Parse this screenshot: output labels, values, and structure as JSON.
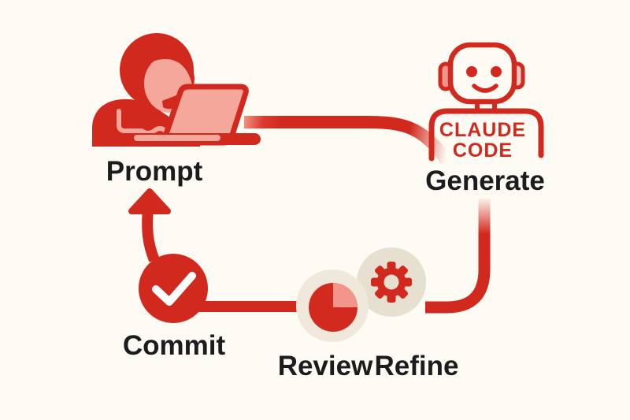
{
  "diagram": {
    "type": "workflow-loop",
    "labels": {
      "prompt": "Prompt",
      "generate": "Generate",
      "commit": "Commit",
      "review": "Review",
      "refine": "Refine"
    },
    "robot_badge": {
      "line1": "CLAUDE",
      "line2": "CODE"
    },
    "steps": [
      "Prompt",
      "Generate",
      "Refine",
      "Review",
      "Commit"
    ],
    "edges": [
      {
        "from": "Prompt",
        "to": "Generate"
      },
      {
        "from": "Generate",
        "to": "Refine"
      },
      {
        "from": "Refine",
        "to": "Review"
      },
      {
        "from": "Review",
        "to": "Commit"
      },
      {
        "from": "Commit",
        "to": "Prompt"
      }
    ],
    "icons": {
      "prompt": "person-at-laptop-icon",
      "generate": "robot-icon",
      "refine": "gear-icon",
      "review": "pie-chart-icon",
      "commit": "checkmark-circle-icon"
    },
    "colors": {
      "background": "#FDFBF3",
      "primary_red": "#D2291F",
      "salmon_pink": "#F5A79B",
      "pie_slice_pink": "#F2958A",
      "beige_circle": "#E9E2D4",
      "label_text": "#1C1C1E"
    }
  }
}
